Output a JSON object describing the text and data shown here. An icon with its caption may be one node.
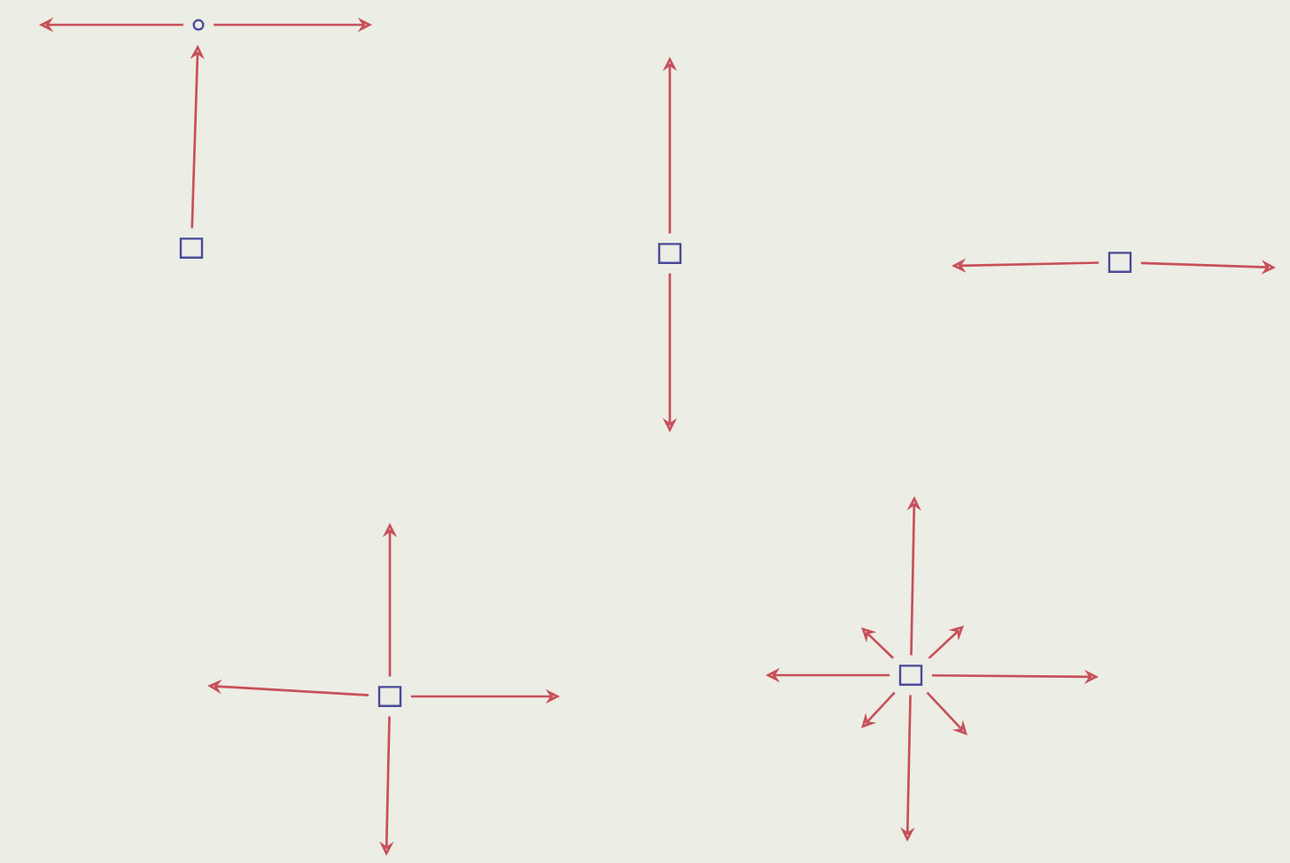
{
  "diagram": {
    "nodes": [
      {
        "text": [],
        "shape": "box"
      },
      {
        "text": [],
        "shape": "circle"
      },
      {
        "text": [],
        "shape": "box"
      },
      {
        "text": [],
        "shape": "box"
      },
      {
        "text": [],
        "shape": "box"
      },
      {
        "text": [],
        "shape": "box"
      }
    ],
    "edges": [
      {
        "from": 0,
        "to": 1,
        "arrow": "to"
      },
      {
        "from": 1,
        "to": null,
        "arrow": "to"
      },
      {
        "from": 1,
        "to": null,
        "arrow": "to"
      },
      {
        "from": 2,
        "to": null,
        "arrow": "to"
      },
      {
        "from": 2,
        "to": null,
        "arrow": "to"
      },
      {
        "from": 3,
        "to": null,
        "arrow": "to"
      },
      {
        "from": 3,
        "to": null,
        "arrow": "to"
      },
      {
        "from": 4,
        "to": null,
        "arrow": "to"
      },
      {
        "from": 4,
        "to": null,
        "arrow": "to"
      },
      {
        "from": 4,
        "to": null,
        "arrow": "to"
      },
      {
        "from": 4,
        "to": null,
        "arrow": "to"
      },
      {
        "from": 5,
        "to": null,
        "arrow": "to"
      },
      {
        "from": 5,
        "to": null,
        "arrow": "to"
      },
      {
        "from": 5,
        "to": null,
        "arrow": "to"
      },
      {
        "from": 5,
        "to": null,
        "arrow": "to"
      },
      {
        "from": 5,
        "to": null,
        "arrow": "to"
      },
      {
        "from": 5,
        "to": null,
        "arrow": "to"
      },
      {
        "from": 5,
        "to": null,
        "arrow": "to"
      },
      {
        "from": 5,
        "to": null,
        "arrow": "to"
      }
    ]
  }
}
